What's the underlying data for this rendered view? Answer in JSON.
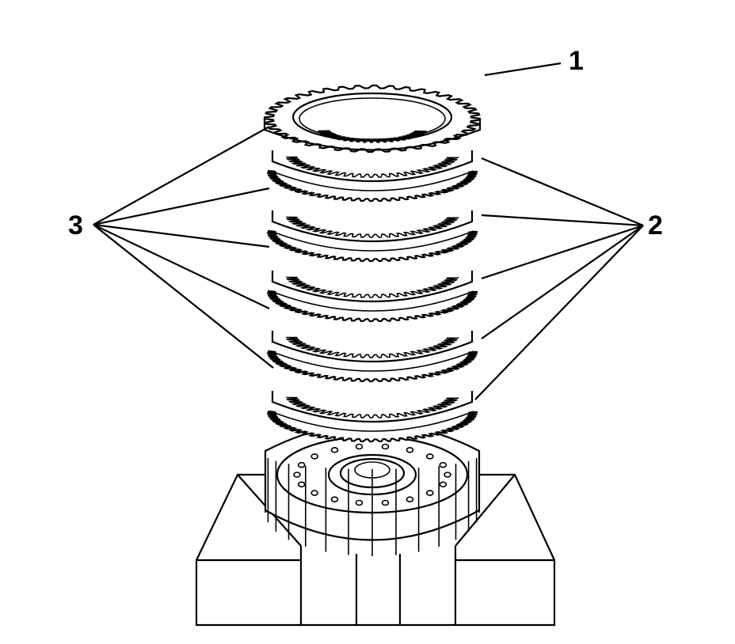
{
  "callouts": [
    {
      "id": "1",
      "label": "1"
    },
    {
      "id": "2",
      "label": "2"
    },
    {
      "id": "3",
      "label": "3"
    }
  ],
  "colors": {
    "line": "#000000",
    "background": "#ffffff"
  },
  "stack": {
    "steel_plate_count": 5,
    "friction_plate_count": 5
  }
}
